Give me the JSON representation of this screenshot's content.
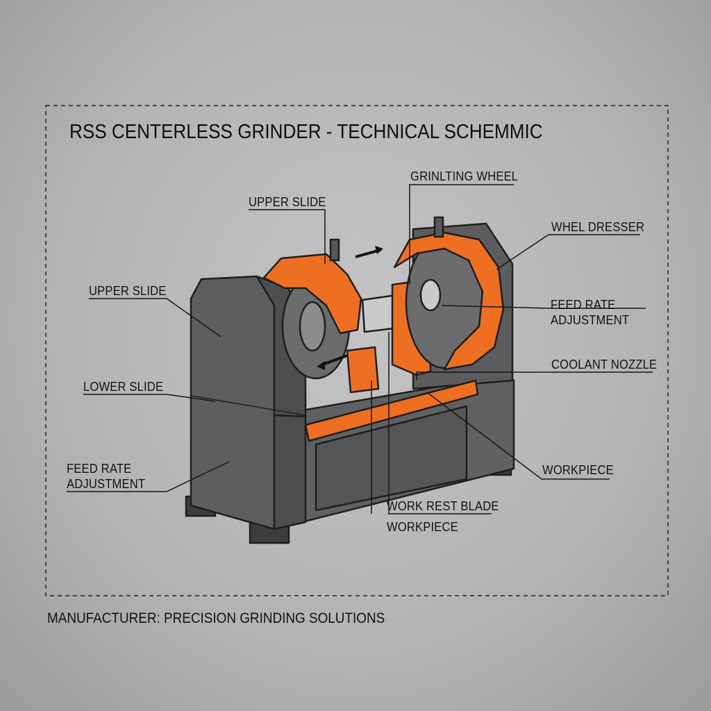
{
  "title": "RSS CENTERLESS GRINDER - TECHNICAL SCHEMMIC",
  "footer": "MANUFACTURER: PRECISION GRINDING SOLUTIONS",
  "colors": {
    "accent": "#ee6f22",
    "machine": "#5f6163",
    "machine_dark": "#4a4c4e",
    "background": "#b8b8b8"
  },
  "labels": {
    "grinding_wheel": "GRINLTING WHEEL",
    "upper_slide_top": "UPPER SLIDE",
    "wheel_dresser": "WHEL DRESSER",
    "upper_slide_left": "UPPER SLIDE",
    "feed_rate_right": [
      "FEED RATE",
      "ADJUSTMENT"
    ],
    "lower_slide": "LOWER SLIDE",
    "coolant_nozzle": "COOLANT NOZZLE",
    "feed_rate_left": [
      "FEED RATE",
      "ADJUSTMENT"
    ],
    "workpiece_right": "WORKPIECE",
    "work_rest_blade": "WORK REST BLADE",
    "workpiece_bottom": "WORKPIECE"
  }
}
